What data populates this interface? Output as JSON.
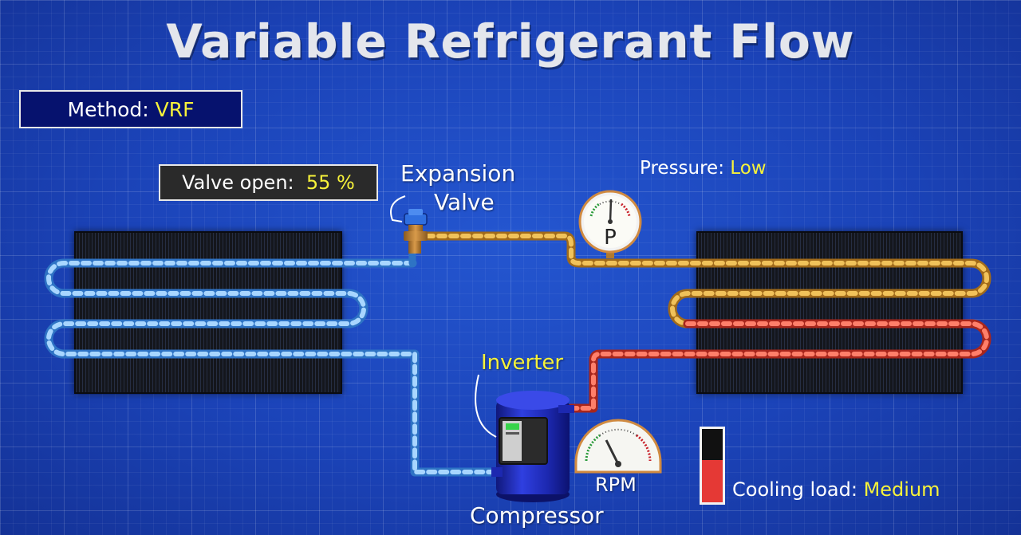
{
  "title": "Variable Refrigerant Flow",
  "method": {
    "label": "Method:",
    "value": "VRF"
  },
  "valve": {
    "label": "Valve open:",
    "value": "55 %",
    "fraction": 0.55
  },
  "pressure": {
    "label": "Pressure:",
    "value": "Low"
  },
  "labels": {
    "expansion_valve_line1": "Expansion",
    "expansion_valve_line2": "Valve",
    "inverter": "Inverter",
    "compressor": "Compressor",
    "rpm": "RPM",
    "pressure_gauge_letter": "P"
  },
  "cooling_load": {
    "label": "Cooling load:",
    "value": "Medium",
    "level": 0.58
  },
  "colors": {
    "background": "#1a3fae",
    "liquid_line": "#5aa6ea",
    "suction_line": "#d9a030",
    "hot_gas_line": "#e34b3a",
    "highlight_text": "#f7f23a",
    "compressor": "#2230c0"
  },
  "icons": [
    "pressure-gauge-icon",
    "rpm-gauge-icon",
    "expansion-valve-icon",
    "compressor-icon",
    "inverter-icon"
  ]
}
